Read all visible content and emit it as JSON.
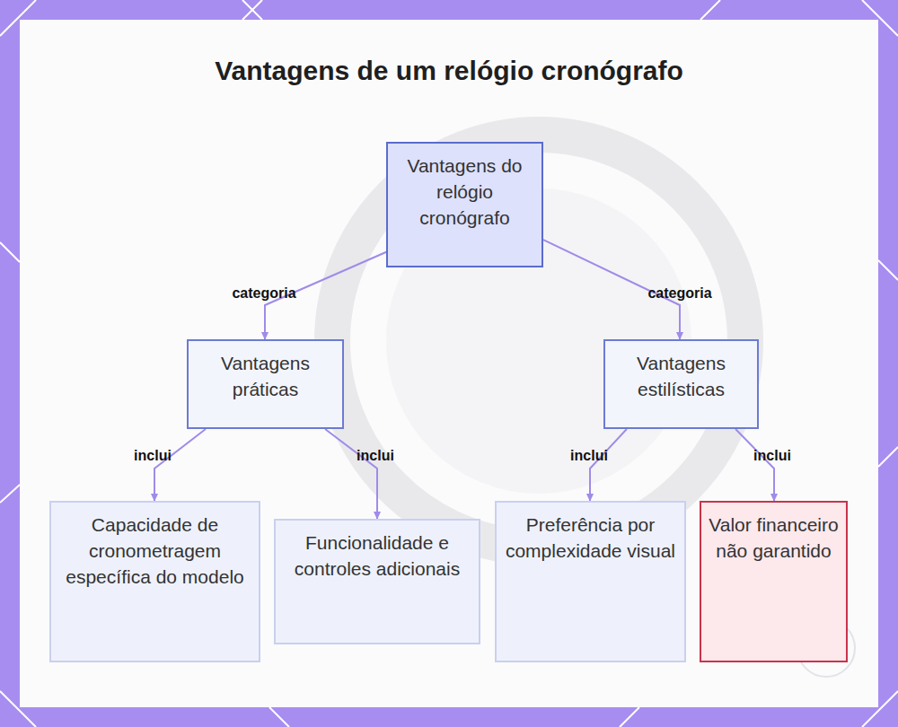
{
  "diagram": {
    "title": "Vantagens de um relógio cronógrafo",
    "nodes": [
      {
        "text": [
          "Vantagens do relógio cronógrafo"
        ]
      },
      {
        "text": [
          "Vantagens práticas"
        ]
      },
      {
        "text": [
          "Vantagens estilísticas"
        ]
      },
      {
        "text": [
          "Capacidade de cronometragem específica do modelo"
        ]
      },
      {
        "text": [
          "Funcionalidade e controles adicionais"
        ]
      },
      {
        "text": [
          "Preferência por complexidade visual"
        ]
      },
      {
        "text": [
          "Valor financeiro não garantido"
        ]
      }
    ],
    "edges": [
      {
        "from": 0,
        "to": 1,
        "label": "categoria",
        "arrow": "to"
      },
      {
        "from": 0,
        "to": 2,
        "label": "categoria",
        "arrow": "to"
      },
      {
        "from": 1,
        "to": 3,
        "label": "inclui",
        "arrow": "to"
      },
      {
        "from": 1,
        "to": 4,
        "label": "inclui",
        "arrow": "to"
      },
      {
        "from": 2,
        "to": 5,
        "label": "inclui",
        "arrow": "to"
      },
      {
        "from": 2,
        "to": 6,
        "label": "inclui",
        "arrow": "to"
      }
    ]
  }
}
